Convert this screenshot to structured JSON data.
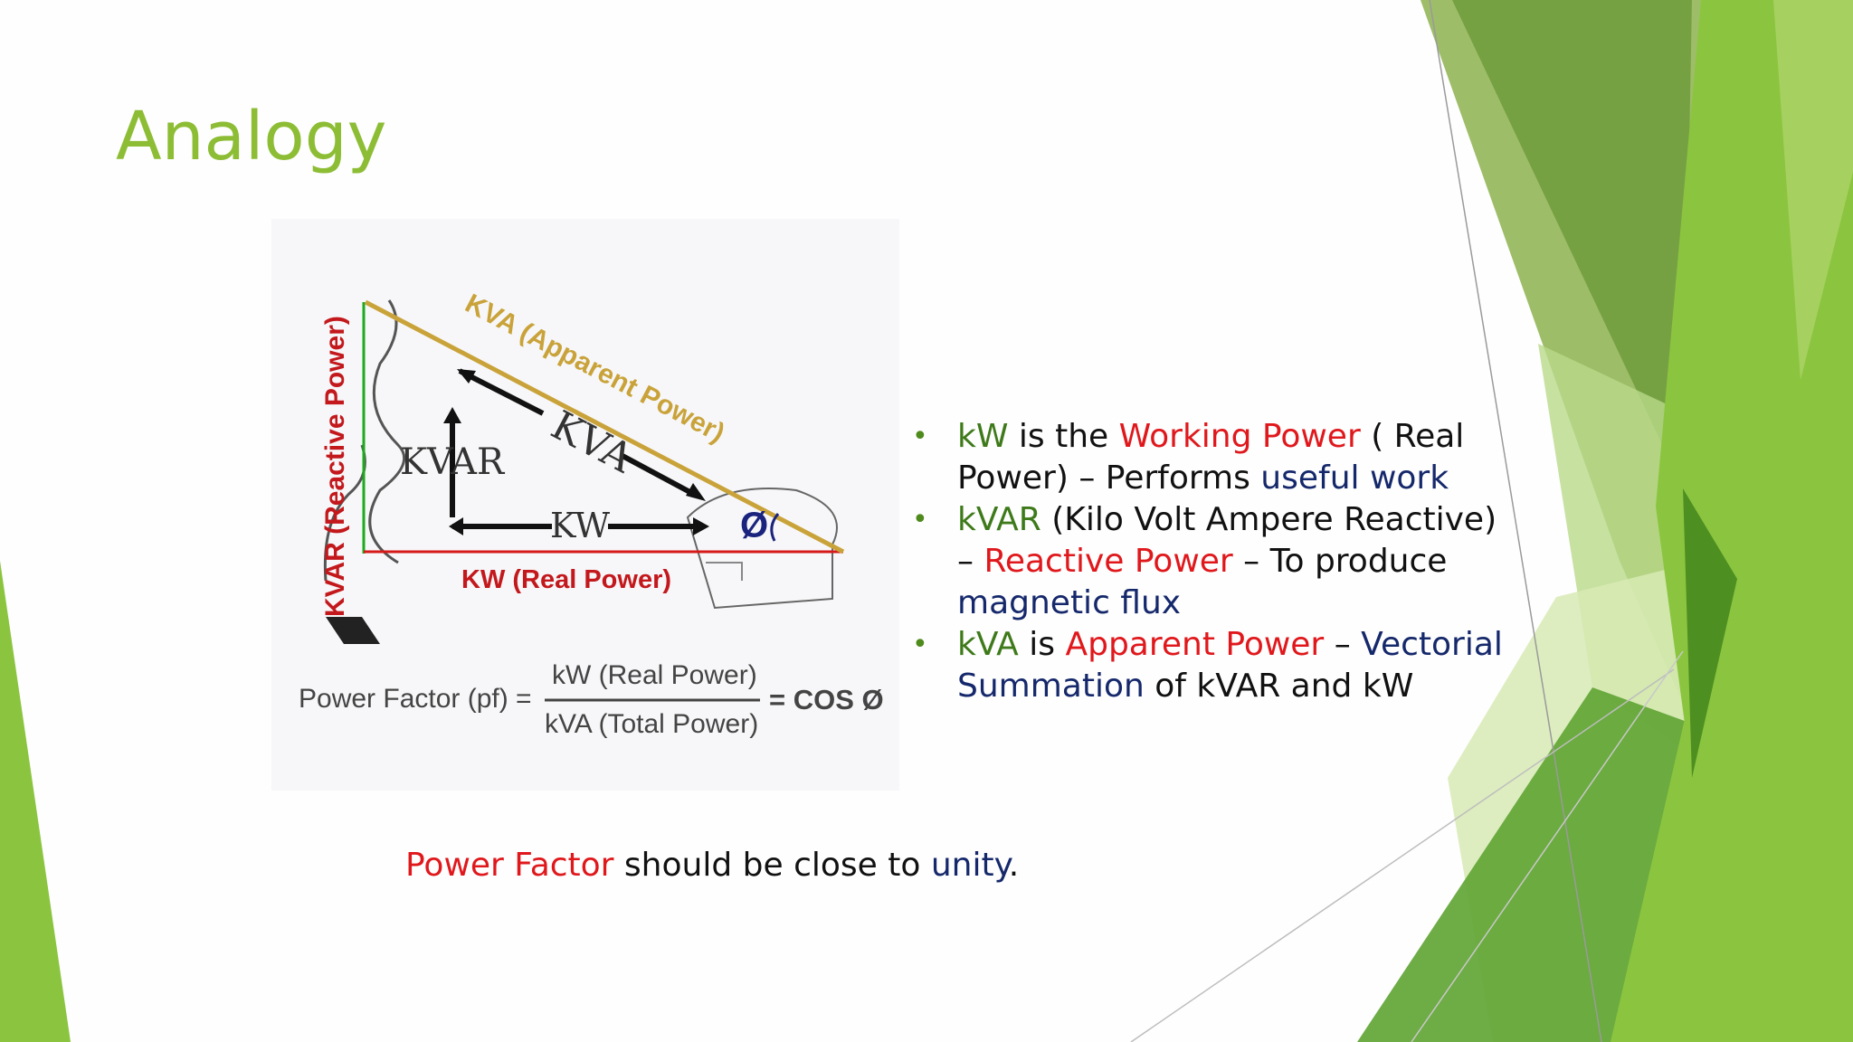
{
  "slide": {
    "title": "Analogy",
    "colors": {
      "title": "#8dbd35",
      "keyword_green": "#3e7a1a",
      "keyword_red": "#e0181c",
      "keyword_navy": "#15286b",
      "accent_green_light": "#a4cf4f",
      "accent_green_dark": "#5c9a2c"
    }
  },
  "figure": {
    "kva_label": "KVA (Apparent Power)",
    "kvar_label": "KVAR (Reactive Power)",
    "kw_label": "KW (Real Power)",
    "kva_arrow": "KVA",
    "kvar_arrow": "KVAR",
    "kw_arrow": "KW",
    "angle": "Ø",
    "formula_lhs": "Power Factor (pf) =",
    "formula_num": "kW (Real Power)",
    "formula_den": "kVA (Total Power)",
    "formula_rhs": "= COS Ø"
  },
  "bullets": [
    {
      "a": "kW",
      "b": " is the ",
      "c": "Working Power",
      "d": " ( Real Power) – Performs ",
      "e": "useful work"
    },
    {
      "a": "kVAR",
      "b": " (Kilo Volt Ampere Reactive) – ",
      "c": "Reactive Power",
      "d": " – To produce ",
      "e": "magnetic flux"
    },
    {
      "a": "kVA",
      "b": " is ",
      "c": "Apparent Power",
      "d": " – ",
      "e": "Vectorial Summation",
      "f": " of kVAR and kW"
    }
  ],
  "footer": {
    "a": "Power Factor",
    "b": " should be close to ",
    "c": "unity",
    "d": "."
  },
  "bullet_icon": "bullet-dot-icon"
}
